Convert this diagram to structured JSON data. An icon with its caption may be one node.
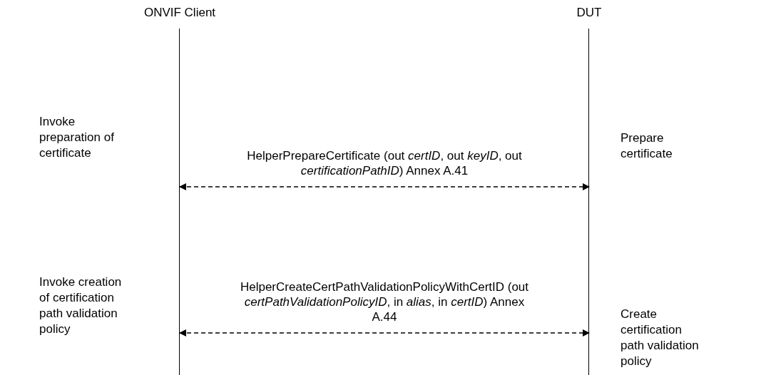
{
  "diagram": {
    "nodes": [
      {
        "text": [
          "ONVIF Client"
        ]
      },
      {
        "text": [
          "DUT"
        ]
      }
    ],
    "labels": [
      "Invoke preparation of certificate",
      "Prepare certificate",
      "Invoke creation of certification path validation policy",
      "Create certification path validation policy"
    ],
    "edges": [
      {
        "from": 0,
        "to": 1,
        "arrow": "both",
        "style": "dashed",
        "label": "HelperPrepareCertificate (out *certID*, out *keyID*, out *certificationPathID*) Annex A.41"
      },
      {
        "from": 0,
        "to": 1,
        "arrow": "both",
        "style": "dashed",
        "label": "HelperCreateCertPathValidationPolicyWithCertID (out *certPathValidationPolicyID*, in *alias*, in *certID*) Annex A.44"
      }
    ]
  }
}
